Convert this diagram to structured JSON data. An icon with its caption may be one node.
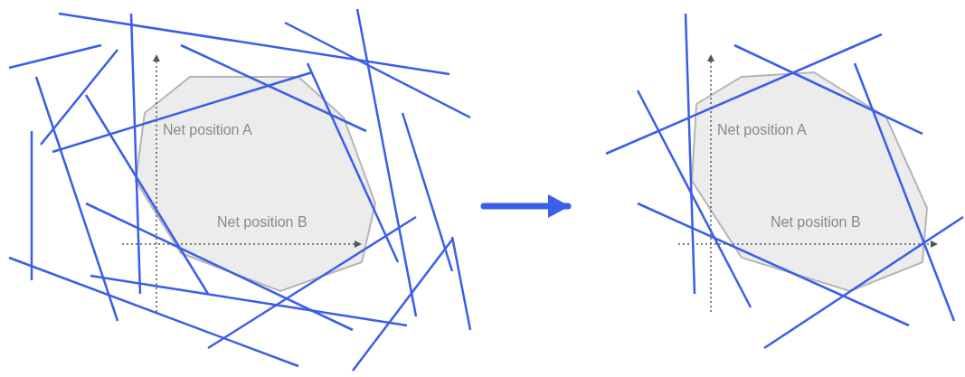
{
  "diagram": {
    "nodes": [
      {
        "text": [],
        "shape": "picture"
      },
      {
        "text": [],
        "shape": "picture"
      }
    ],
    "edges": [
      {
        "from": 0,
        "to": 1,
        "arrow": "to"
      }
    ],
    "labels": [
      "Net position A",
      "Net position B",
      "Net position A",
      "Net position B"
    ]
  }
}
